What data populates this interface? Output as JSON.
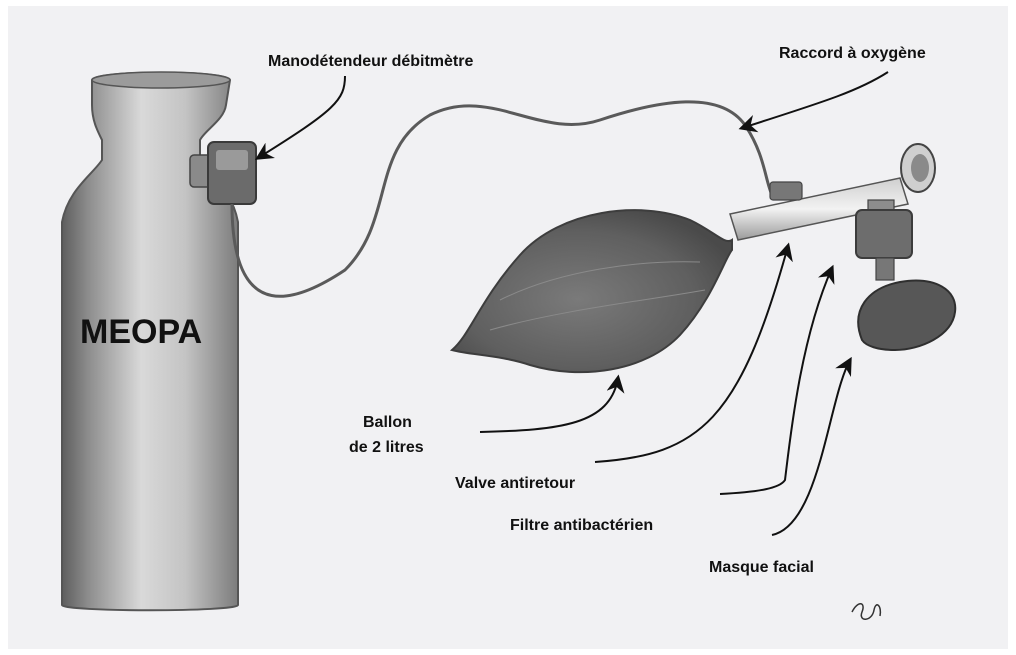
{
  "labels": {
    "cylinder": "MEOPA",
    "regulator": "Manodétendeur débitmètre",
    "oxygen_connector": "Raccord à oxygène",
    "bag_line1": "Ballon",
    "bag_line2": "de 2 litres",
    "valve": "Valve antiretour",
    "filter": "Filtre antibactérien",
    "mask": "Masque facial"
  },
  "colors": {
    "paper": "#f1f1f3",
    "ink": "#111111",
    "pencil": "#4a4a4a"
  }
}
